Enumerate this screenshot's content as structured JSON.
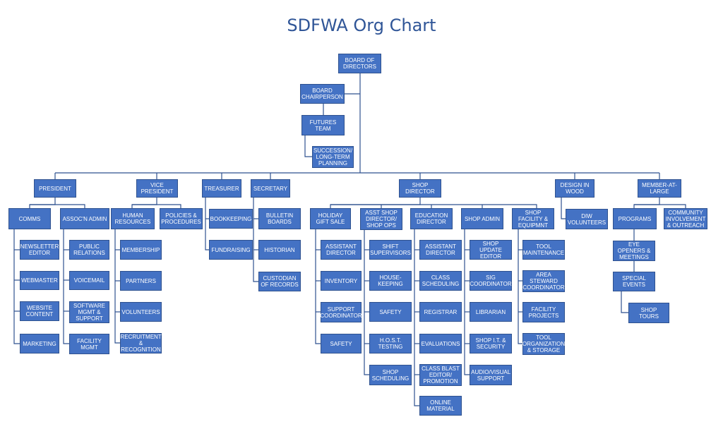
{
  "title": "SDFWA Org Chart",
  "colors": {
    "box_fill": "#4472c4",
    "box_border": "#2f528f",
    "line": "#2f528f",
    "title": "#2f5597"
  },
  "nodes": {
    "board": "BOARD OF DIRECTORS",
    "chair": "BOARD CHAIRPERSON",
    "futures": "FUTURES TEAM",
    "succession": "SUCCESSION/ LONG-TERM PLANNING",
    "president": "PRESIDENT",
    "vice_president": "VICE PRESIDENT",
    "treasurer": "TREASURER",
    "secretary": "SECRETARY",
    "shop_director": "SHOP DIRECTOR",
    "design_in_wood": "DESIGN IN WOOD",
    "member_at_large": "MEMBER-AT-LARGE",
    "comms": "COMMS",
    "assocn_admin": "ASSOC'N ADMIN",
    "newsletter_editor": "NEWSLETTER EDITOR",
    "webmaster": "WEBMASTER",
    "website_content": "WEBSITE CONTENT",
    "marketing": "MARKETING",
    "public_relations": "PUBLIC RELATIONS",
    "voicemail": "VOICEMAIL",
    "software_mgmt": "SOFTWARE MGMT & SUPPORT",
    "facility_mgmt": "FACILITY MGMT",
    "human_resources": "HUMAN RESOURCES",
    "policies": "POLICIES & PROCEDURES",
    "membership": "MEMBERSHIP",
    "partners": "PARTNERS",
    "volunteers": "VOLUNTEERS",
    "recruitment": "RECRUITMENT & RECOGNITION",
    "bookkeeping": "BOOKKEEPING",
    "fundraising": "FUNDRAISING",
    "bulletin_boards": "BULLETIN BOARDS",
    "historian": "HISTORIAN",
    "custodian": "CUSTODIAN OF RECORDS",
    "holiday_gift_sale": "HOLIDAY GIFT SALE",
    "asst_shop_director": "ASST SHOP DIRECTOR/ SHOP OPS",
    "education_director": "EDUCATION DIRECTOR",
    "shop_admin": "SHOP ADMIN",
    "shop_facility": "SHOP FACILITY & EQUIPMNT",
    "hgs_assistant_director": "ASSISTANT DIRECTOR",
    "inventory": "INVENTORY",
    "support_coordinator": "SUPPORT COORDINATOR",
    "hgs_safety": "SAFETY",
    "shift_supervisors": "SHIFT SUPERVISORS",
    "housekeeping": "HOUSE-KEEPING",
    "ops_safety": "SAFETY",
    "host_testing": "H.O.S.T. TESTING",
    "shop_scheduling": "SHOP SCHEDULING",
    "edu_assistant_director": "ASSISTANT DIRECTOR",
    "class_scheduling": "CLASS SCHEDULING",
    "registrar": "REGISTRAR",
    "evaluations": "EVALUATIONS",
    "class_blast": "CLASS BLAST EDITOR/ PROMOTION",
    "online_material": "ONLINE MATERIAL",
    "shop_update_editor": "SHOP UPDATE EDITOR",
    "sig_coordinator": "SIG COORDINATOR",
    "librarian": "LIBRARIAN",
    "shop_it": "SHOP I.T. & SECURITY",
    "audio_visual": "AUDIO/VISUAL SUPPORT",
    "tool_maintenance": "TOOL MAINTENANCE",
    "area_steward": "AREA STEWARD COORDINATOR",
    "facility_projects": "FACILITY PROJECTS",
    "tool_organization": "TOOL ORGANIZATION & STORAGE",
    "diw_volunteers": "DIW VOLUNTEERS",
    "programs": "PROGRAMS",
    "community": "COMMUNITY INVOLVEMENT & OUTREACH",
    "eye_openers": "EYE OPENERS & MEETINGS",
    "special_events": "SPECIAL EVENTS",
    "shop_tours": "SHOP TOURS"
  }
}
